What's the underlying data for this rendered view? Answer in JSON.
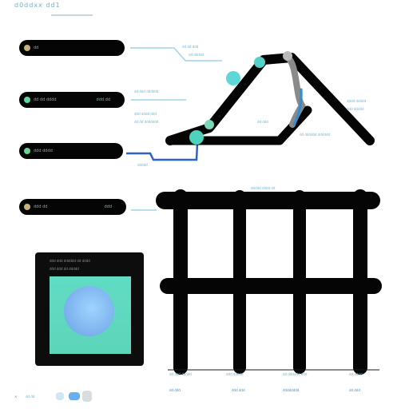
{
  "header": {
    "title": "d0ddxx dd1"
  },
  "pills": [
    {
      "dot_color": "#c6b27a",
      "label": "dd",
      "value": ""
    },
    {
      "dot_color": "#5cd8a7",
      "label": "dd dd dddd",
      "value": "ddd dd"
    },
    {
      "dot_color": "#6ad48e",
      "label": "ddd dddd",
      "value": ""
    },
    {
      "dot_color": "#c6b27a",
      "label": "ddd dd",
      "value": "ddd"
    }
  ],
  "callouts": {
    "top_right_1": "dd dd ddd",
    "top_right_2": "dd ddddd",
    "right_1": "dddd ddddd",
    "right_2": "ddd ddddd",
    "right_3": "dd dddddd dddddd",
    "mid_left_1": "dd ddd dddddd",
    "mid_left_2": "ddd dddd ddd",
    "mid_left_3": "dd dd ddddddd",
    "mid_left_4": "ddddd",
    "mid_label": "dd ddd",
    "grid_top": "ddddd dddd dd"
  },
  "panel": {
    "head": "ddd ddd dddddd dd dddd",
    "sub": "ddd ddd dd ddddd"
  },
  "columns": [
    {
      "label": "dd ddd ddddd",
      "sub": "dd ddd"
    },
    {
      "label": "ddd ddddd",
      "sub": "ddd ddd"
    },
    {
      "label": "dd dddddd ddd",
      "sub": "dddddddd"
    },
    {
      "label": "dd dddd",
      "sub": "dd ddd"
    }
  ],
  "footer": {
    "text": "dd dd"
  },
  "colors": {
    "stroke": "#050505",
    "accent_teal": "#5fd7d6",
    "accent_blue": "#2b62c8",
    "accent_green": "#4ed8b8",
    "connector": "#9fd3e8"
  }
}
